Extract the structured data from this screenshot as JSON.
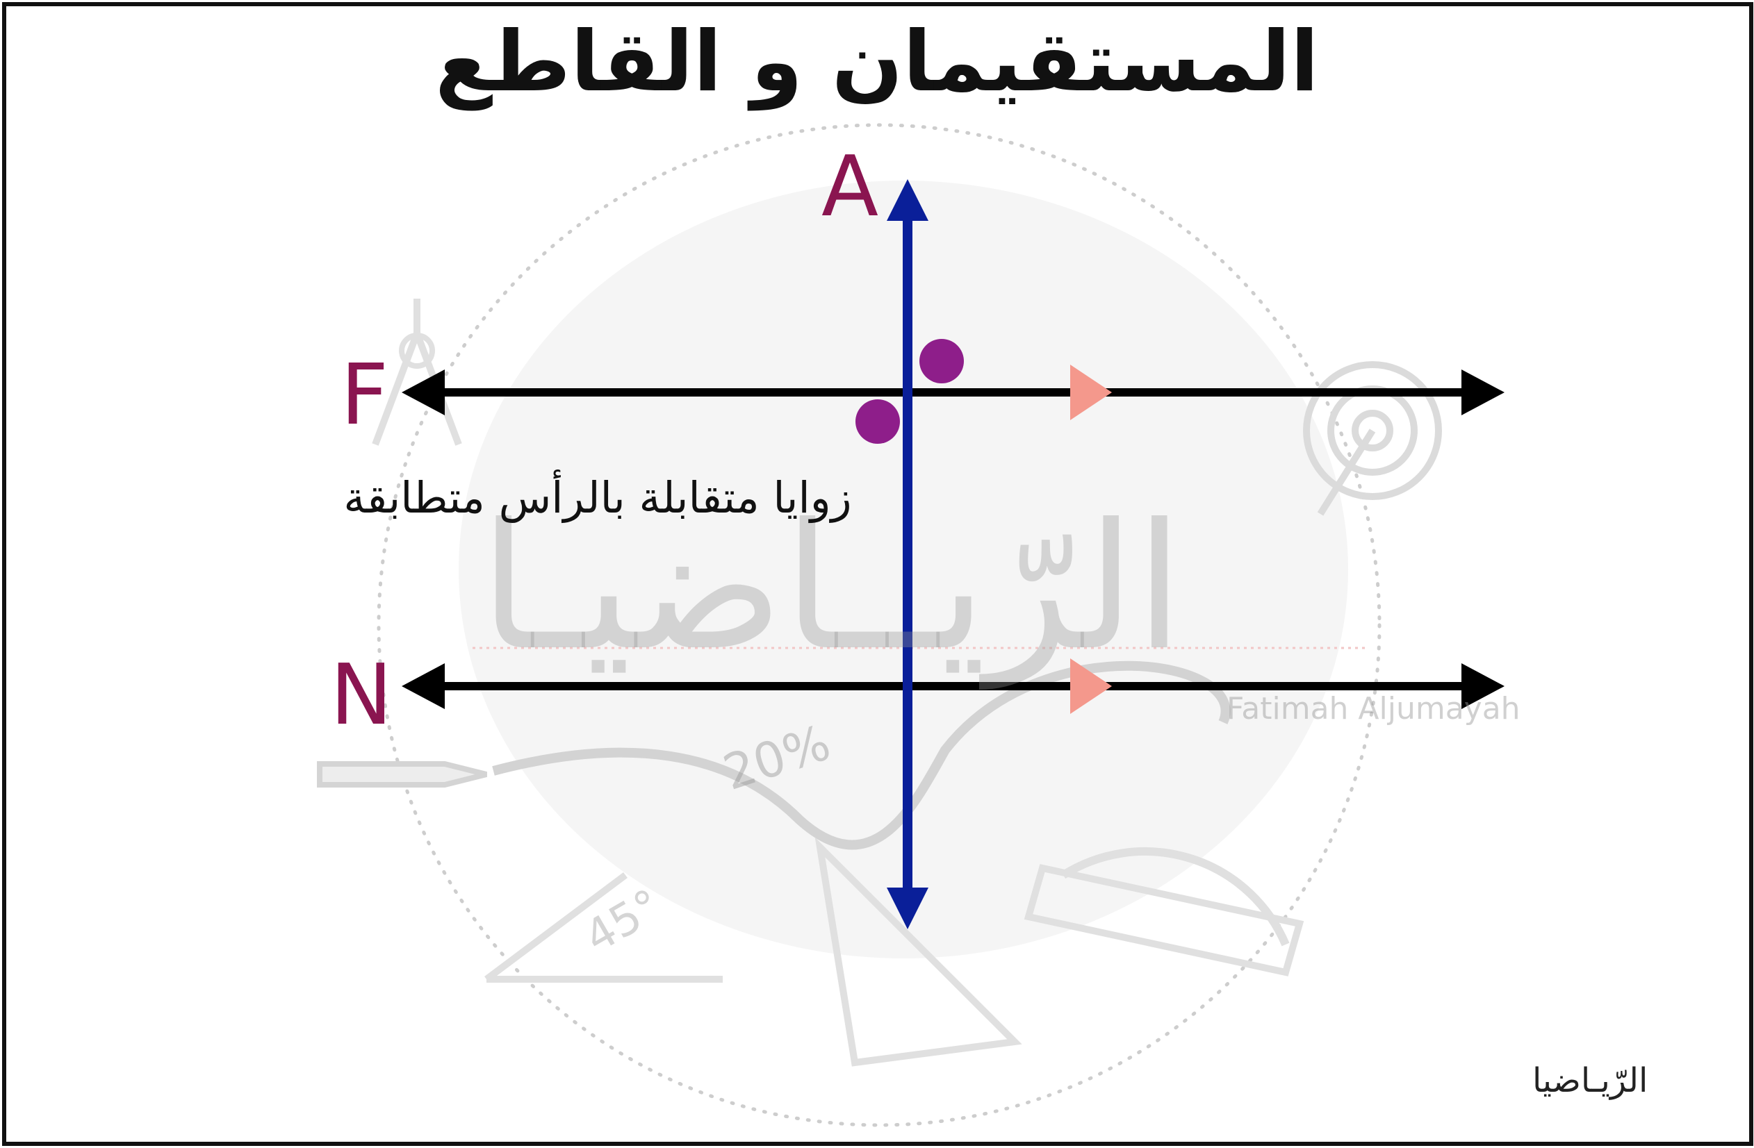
{
  "title": "المستقيمان و القاطع",
  "labels": {
    "transversal": "A",
    "line_top": "F",
    "line_bottom": "N"
  },
  "angle_caption": "زوايا متقابلة بالرأس متطابقة",
  "watermark": {
    "brand": "الرّيــاضيـا",
    "author": "Fatimah Aljumayah",
    "percent": "20%",
    "degrees": "45°"
  },
  "logo_text": "الرّيـاضيا",
  "colors": {
    "line": "#000000",
    "transversal": "#0a1f99",
    "label": "#8a1550",
    "angle_dot": "#8e1e8a",
    "parallel_mark": "#f4988c"
  }
}
